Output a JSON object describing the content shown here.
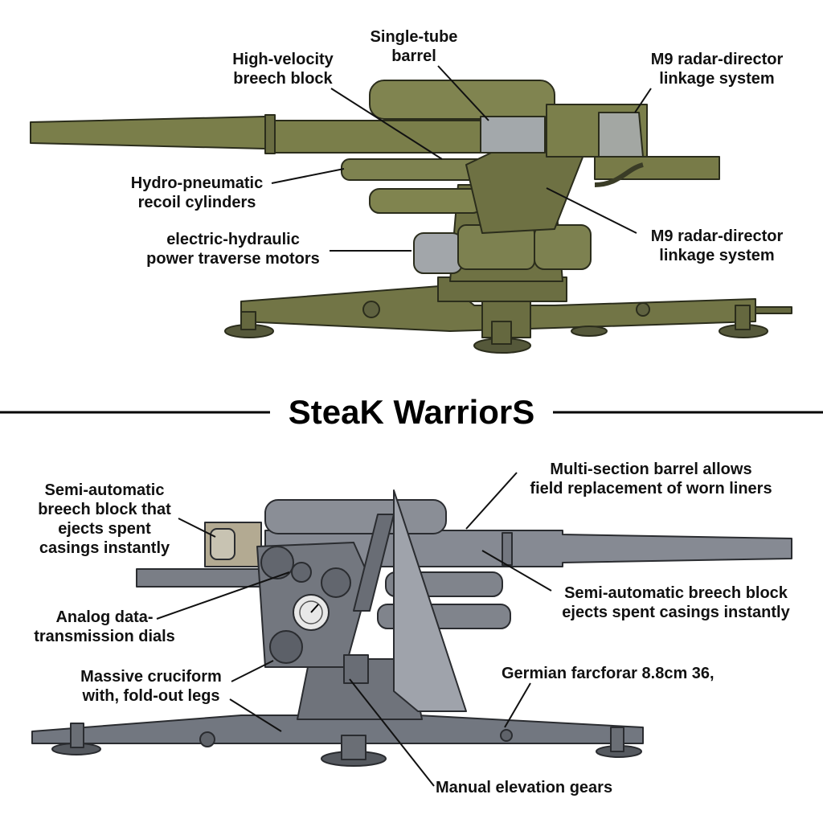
{
  "title": "SteaK WarriorS",
  "colors": {
    "olive": "#7a7e4a",
    "olive_dark": "#4d5130",
    "steel_gray": "#7e838c",
    "steel_dark": "#50545b",
    "breech_metal": "#9da2a6",
    "tan_breech": "#b3aa92"
  },
  "top_labels": {
    "single_tube": [
      "Single-tube",
      "barrel"
    ],
    "breech_block": [
      "High-velocity",
      "breech block"
    ],
    "m9_top": [
      "M9 radar-director",
      "linkage system"
    ],
    "recoil": [
      "Hydro-pneumatic",
      "recoil cylinders"
    ],
    "m9_mid": [
      "M9 radar-director",
      "linkage system"
    ],
    "traverse": [
      "electric-hydraulic",
      "power traverse motors"
    ]
  },
  "bottom_labels": {
    "semi_auto_left": [
      "Semi-automatic",
      "breech block that",
      "ejects spent",
      "casings instantly"
    ],
    "multi_section": [
      "Multi-section barrel allows",
      "field replacement of worn liners"
    ],
    "semi_auto_right": [
      "Semi-automatic breech block",
      "ejects spent casings instantly"
    ],
    "analog": [
      "Analog data-",
      "transmission dials"
    ],
    "cruciform": [
      "Massive cruciform",
      "with, fold-out legs"
    ],
    "german": "Germian farcforar 8.8cm 36,",
    "elevation": "Manual elevation gears"
  }
}
